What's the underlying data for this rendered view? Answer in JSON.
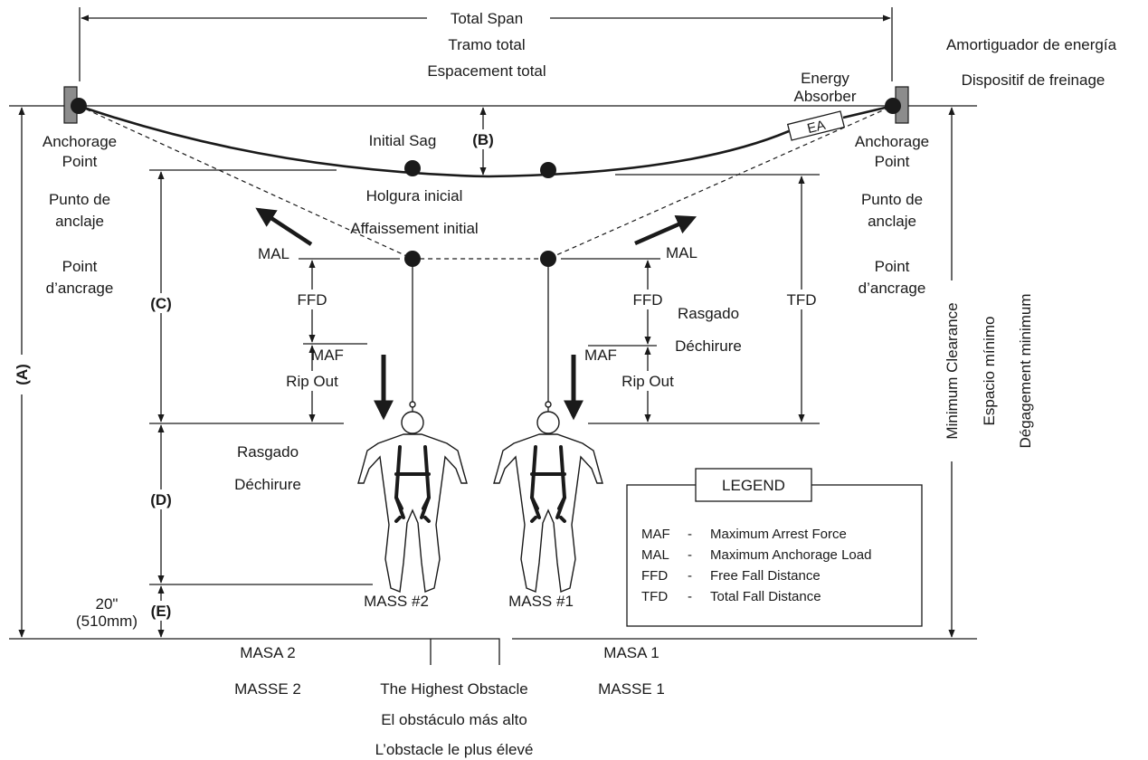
{
  "colors": {
    "ink": "#1a1a1a",
    "anchor_plate": "#8c8c8c",
    "background": "#ffffff"
  },
  "labels": {
    "total_span": "Total Span",
    "tramo_total": "Tramo total",
    "espacement_total": "Espacement total",
    "amortiguador": "Amortiguador de energía",
    "dispositif": "Dispositif de freinage",
    "energy": "Energy",
    "absorber": "Absorber",
    "ea": "EA",
    "anchorage": "Anchorage",
    "point": "Point",
    "punto_de": "Punto de",
    "anclaje": "anclaje",
    "point_fr": "Point",
    "dancrage": "d’ancrage",
    "initial_sag": "Initial Sag",
    "holgura_inicial": "Holgura inicial",
    "affaissement_initial": "Affaissement initial",
    "a": "(A)",
    "b": "(B)",
    "c": "(C)",
    "d": "(D)",
    "e": "(E)",
    "mal": "MAL",
    "maf": "MAF",
    "ffd": "FFD",
    "tfd": "TFD",
    "rip_out": "Rip Out",
    "rasgado": "Rasgado",
    "dechirure": "Déchirure",
    "twenty_in": "20\"",
    "mm510": "(510mm)",
    "mass2": "MASS #2",
    "mass1": "MASS #1",
    "masa2": "MASA 2",
    "masse2": "MASSE 2",
    "masa1": "MASA 1",
    "masse1": "MASSE 1",
    "highest_obstacle": "The Highest Obstacle",
    "obstaculo": "El obstáculo más alto",
    "obstacle_fr": "L’obstacle le plus élevé",
    "min_clearance": "Minimum Clearance",
    "espacio_minimo": "Espacio mínimo",
    "degagement": "Dégagement minimum"
  },
  "legend": {
    "title": "LEGEND",
    "items": [
      {
        "abbr": "MAF",
        "dash": "-",
        "text": "Maximum Arrest Force"
      },
      {
        "abbr": "MAL",
        "dash": "-",
        "text": "Maximum Anchorage Load"
      },
      {
        "abbr": "FFD",
        "dash": "-",
        "text": "Free Fall Distance"
      },
      {
        "abbr": "TFD",
        "dash": "-",
        "text": "Total Fall Distance"
      }
    ]
  }
}
